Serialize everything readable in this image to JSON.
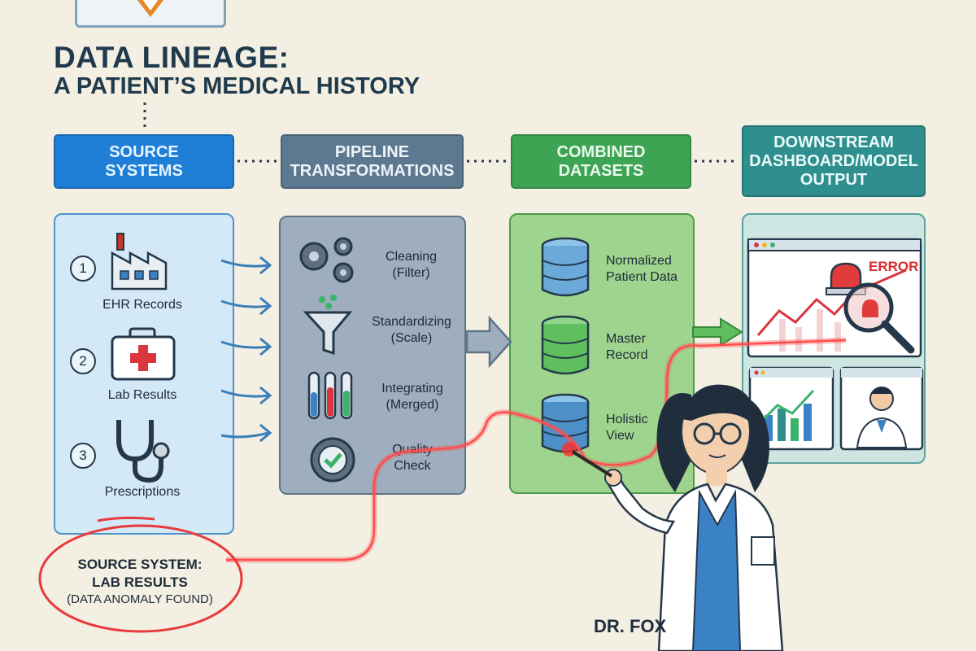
{
  "title": {
    "line1": "DATA LINEAGE:",
    "line2": "A PATIENT’S MEDICAL HISTORY"
  },
  "stages": {
    "source": "SOURCE\nSYSTEMS",
    "pipeline": "PIPELINE\nTRANSFORMATIONS",
    "combined": "COMBINED\nDATASETS",
    "downstream": "DOWNSTREAM\nDASHBOARD/MODEL\nOUTPUT"
  },
  "sources": [
    {
      "number": "1",
      "label": "EHR Records",
      "icon": "factory-icon"
    },
    {
      "number": "2",
      "label": "Lab Results",
      "icon": "first-aid-kit-icon"
    },
    {
      "number": "3",
      "label": "Prescriptions",
      "icon": "stethoscope-icon"
    }
  ],
  "pipeline_steps": [
    {
      "line1": "Cleaning",
      "line2": "(Filter)",
      "icon": "gears-icon"
    },
    {
      "line1": "Standardizing",
      "line2": "(Scale)",
      "icon": "funnel-icon"
    },
    {
      "line1": "Integrating",
      "line2": "(Merged)",
      "icon": "test-tubes-icon"
    },
    {
      "line1": "Quality",
      "line2": "Check",
      "icon": "quality-check-icon"
    }
  ],
  "datasets": [
    {
      "line1": "Normalized",
      "line2": "Patient Data",
      "icon": "database-icon"
    },
    {
      "line1": "Master",
      "line2": "Record",
      "icon": "database-icon"
    },
    {
      "line1": "Holistic",
      "line2": "View",
      "icon": "database-icon"
    }
  ],
  "dashboard": {
    "error_label": "ERROR",
    "icons": [
      "alarm-icon",
      "magnifier-icon",
      "bar-chart-icon",
      "doctor-avatar-icon"
    ]
  },
  "anomaly_callout": {
    "line1": "SOURCE SYSTEM:",
    "line2": "LAB RESULTS",
    "line3": "(DATA ANOMALY FOUND)"
  },
  "presenter": "DR. FOX",
  "colors": {
    "source": "#1f7fd6",
    "pipeline": "#5d7891",
    "combined": "#3da454",
    "downstream": "#2f8f8f",
    "error": "#d92c2c",
    "trace": "#ff4d4d"
  }
}
